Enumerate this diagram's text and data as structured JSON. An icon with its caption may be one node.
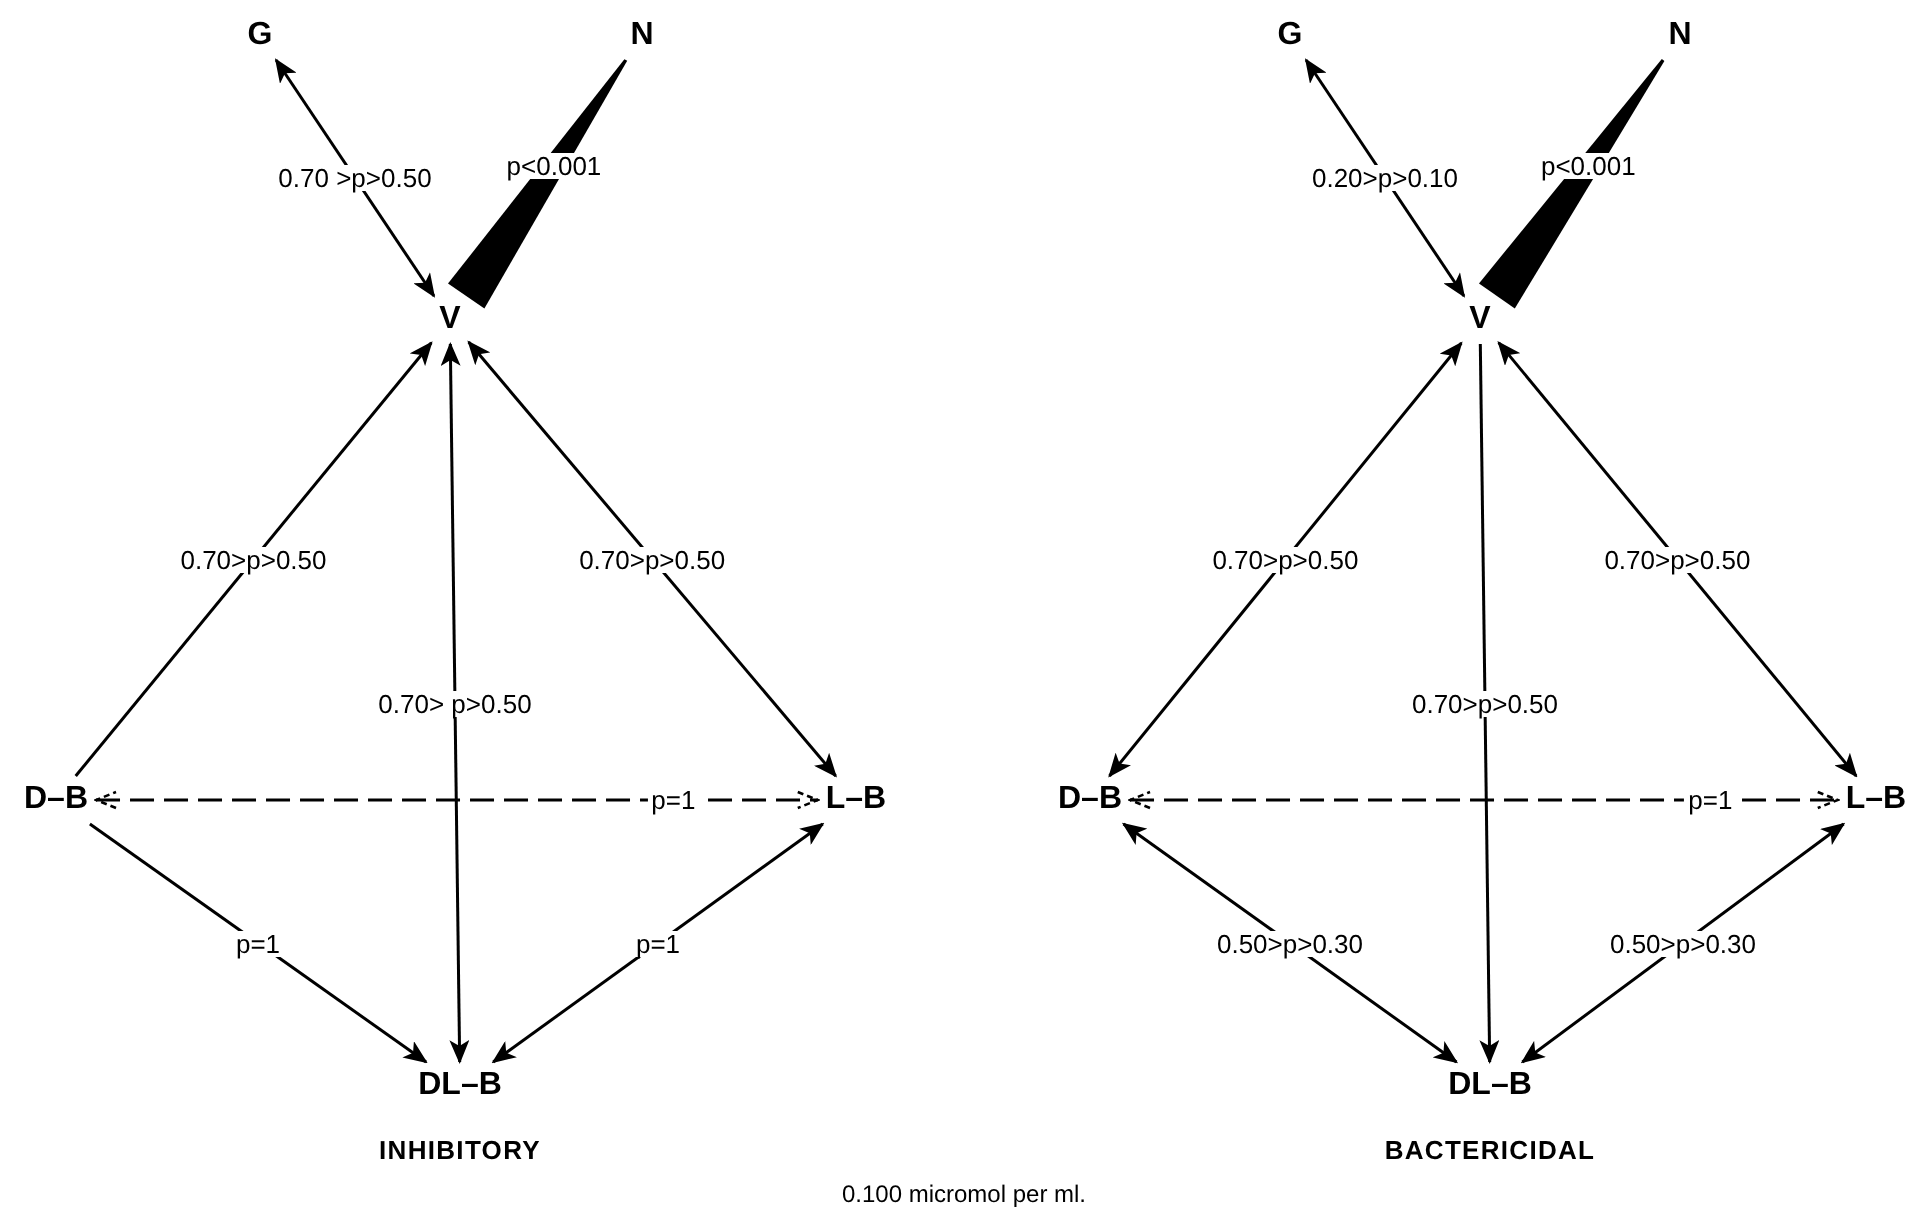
{
  "diagram": {
    "caption": "0.100 micromol per ml.",
    "nodes": [
      {
        "text": [
          "G"
        ]
      },
      {
        "text": [
          "N"
        ]
      },
      {
        "text": [
          "V"
        ]
      },
      {
        "text": [
          "D–B"
        ]
      },
      {
        "text": [
          "L–B"
        ]
      },
      {
        "text": [
          "DL–B"
        ]
      },
      {
        "text": [
          "G"
        ]
      },
      {
        "text": [
          "N"
        ]
      },
      {
        "text": [
          "V"
        ]
      },
      {
        "text": [
          "D–B"
        ]
      },
      {
        "text": [
          "L–B"
        ]
      },
      {
        "text": [
          "DL–B"
        ]
      }
    ],
    "edges": [
      {
        "from": 0,
        "to": 2,
        "arrow": "both",
        "label": "0.70 >p>0.50"
      },
      {
        "from": 1,
        "to": 2,
        "arrow": "none",
        "style": "thick",
        "label": "p<0.001"
      },
      {
        "from": 3,
        "to": 2,
        "arrow": "to",
        "label": "0.70>p>0.50"
      },
      {
        "from": 4,
        "to": 2,
        "arrow": "both",
        "label": "0.70>p>0.50"
      },
      {
        "from": 2,
        "to": 5,
        "arrow": "both",
        "label": "0.70> p>0.50"
      },
      {
        "from": 3,
        "to": 4,
        "arrow": "both",
        "style": "dashed",
        "label": "p=1"
      },
      {
        "from": 3,
        "to": 5,
        "arrow": "to",
        "label": "p=1"
      },
      {
        "from": 4,
        "to": 5,
        "arrow": "both",
        "label": "p=1"
      },
      {
        "from": 6,
        "to": 8,
        "arrow": "both",
        "label": "0.20>p>0.10"
      },
      {
        "from": 7,
        "to": 8,
        "arrow": "none",
        "style": "thick",
        "label": "p<0.001"
      },
      {
        "from": 9,
        "to": 8,
        "arrow": "both",
        "label": "0.70>p>0.50"
      },
      {
        "from": 10,
        "to": 8,
        "arrow": "both",
        "label": "0.70>p>0.50"
      },
      {
        "from": 8,
        "to": 11,
        "arrow": "to",
        "label": "0.70>p>0.50"
      },
      {
        "from": 9,
        "to": 10,
        "arrow": "both",
        "style": "dashed",
        "label": "p=1"
      },
      {
        "from": 9,
        "to": 11,
        "arrow": "both",
        "label": "0.50>p>0.30"
      },
      {
        "from": 10,
        "to": 11,
        "arrow": "both",
        "label": "0.50>p>0.30"
      }
    ],
    "labels": [
      "INHIBITORY",
      "BACTERICIDAL"
    ]
  }
}
